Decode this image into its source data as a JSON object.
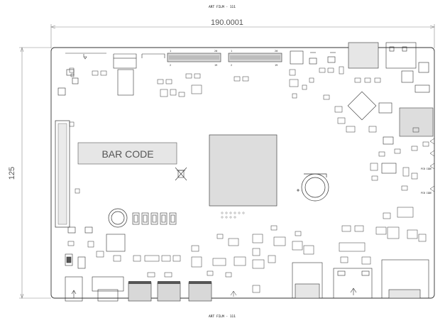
{
  "film_label_top": "ART FILM - 111",
  "film_label_bottom": "ART FILM - 111",
  "width_dimension": "190.0001",
  "height_dimension": "125",
  "barcode_label": "BAR CODE",
  "pcb_labels": [
    "PCB CODE",
    "PCB CODE"
  ],
  "connector_pin_labels": [
    "1",
    "20",
    "2",
    "19",
    "1",
    "20",
    "2",
    "19"
  ],
  "accent_colors": {
    "line": "#333333",
    "dim_line": "#888888",
    "fill_light": "#e6e6e6",
    "fill_mid": "#d8d8d8",
    "fill_dark": "#555555"
  }
}
